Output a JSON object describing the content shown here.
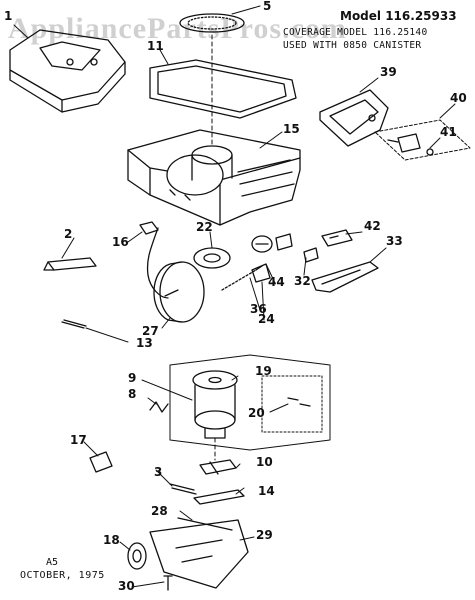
{
  "header": {
    "model_title": "Model 116.25933",
    "note_line1": "COVERAGE MODEL 116.25140",
    "note_line2": "USED WITH 0850 CANISTER"
  },
  "watermark": "AppliancePartsPros.com",
  "footer": {
    "code": "A5",
    "date": "OCTOBER, 1975"
  },
  "callouts": {
    "c1": "1",
    "c5": "5",
    "c11": "11",
    "c39": "39",
    "c40": "40",
    "c41": "41",
    "c15": "15",
    "c2": "2",
    "c16": "16",
    "c22": "22",
    "c42": "42",
    "c33": "33",
    "c44": "44",
    "c32": "32",
    "c36": "36",
    "c24": "24",
    "c27": "27",
    "c13": "13",
    "c9": "9",
    "c19": "19",
    "c8": "8",
    "c20": "20",
    "c17": "17",
    "c10": "10",
    "c3": "3",
    "c14": "14",
    "c28": "28",
    "c29": "29",
    "c18": "18",
    "c30": "30"
  },
  "colors": {
    "ink": "#111111",
    "watermark": "#969696"
  }
}
